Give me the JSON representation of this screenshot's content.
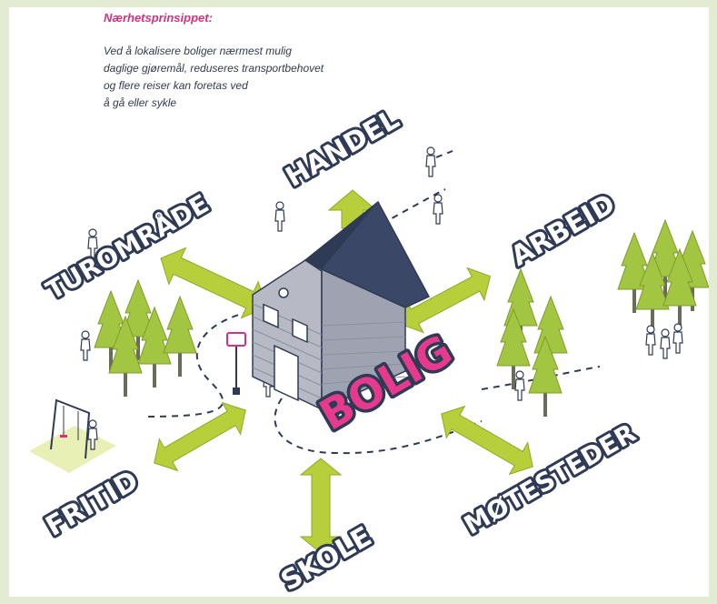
{
  "heading": "Nærhetsprinsippet:",
  "intro_lines": [
    "Ved å lokalisere boliger nærmest mulig",
    "daglige gjøremål, reduseres transportbehovet",
    "og flere reiser kan foretas ved",
    "å gå eller sykle"
  ],
  "center_label": "BOLIG",
  "destinations": {
    "handel": "HANDEL",
    "turomrade": "TUROMRÅDE",
    "arbeid": "ARBEID",
    "fritid": "FRITID",
    "skole": "SKOLE",
    "motesteder": "MØTESTEDER"
  },
  "colors": {
    "background": "#e3ecd3",
    "accent_pink": "#d6307f",
    "arrow_green": "#b6cf3b",
    "label_navy": "#2f3a55",
    "tree_green": "#8fb83a"
  }
}
